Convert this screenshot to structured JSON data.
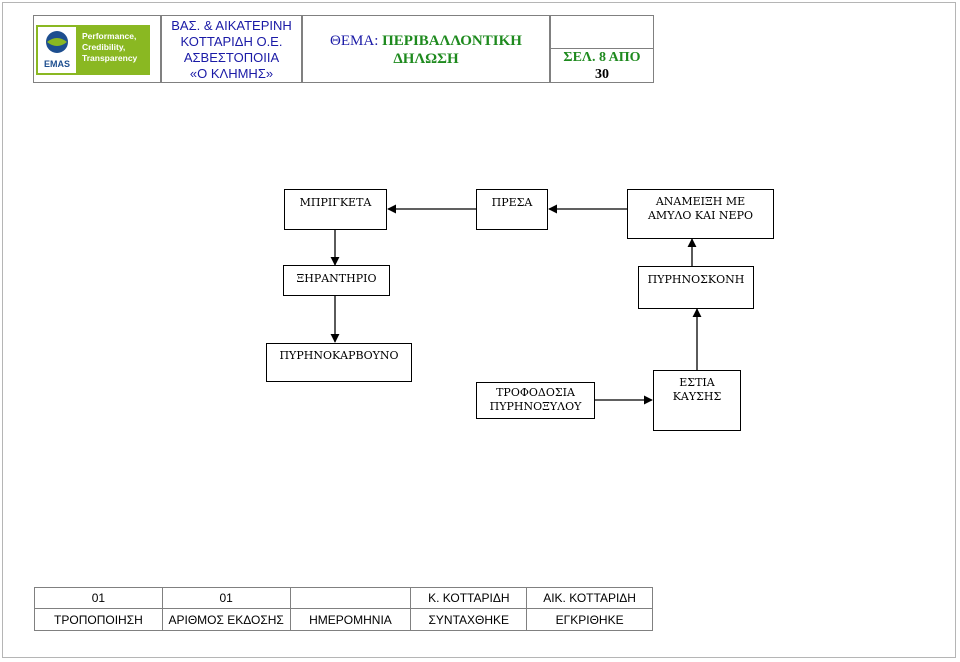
{
  "header": {
    "logo_text": {
      "line1": "Performance,",
      "line2": "Credibility,",
      "line3": "Transparency",
      "brand": "EMAS"
    },
    "company": [
      "ΒΑΣ. & ΑΙΚΑΤΕΡΙΝΗ",
      "ΚΟΤΤΑΡΙΔΗ Ο.Ε.",
      "ΑΣΒΕΣΤΟΠΟΙΙΑ",
      "«Ο ΚΛΗΜΗΣ»"
    ],
    "subject_prefix": "ΘΕΜΑ:",
    "subject_value_line1": "ΠΕΡΙΒΑΛΛΟΝΤΙΚΗ",
    "subject_value_line2": "ΔΗΛΩΣΗ",
    "page_line1": "ΣΕΛ. 8 ΑΠΟ",
    "page_line2": "30"
  },
  "colors": {
    "company_text": "#1a1aa6",
    "subject_value": "#1e8a1e",
    "logo_green": "#8ab822",
    "logo_blue": "#1d4e8f"
  },
  "flow": {
    "briquette": "ΜΠΡΙΓΚΕΤΑ",
    "press": "ΠΡΕΣΑ",
    "mixing": [
      "ΑΝΑΜΕΙΞΗ ΜΕ",
      "ΑΜΥΛΟ ΚΑΙ ΝΕΡΟ"
    ],
    "dryer": "ΞΗΡΑΝΤΗΡΙΟ",
    "kernel_dust": "ΠΥΡΗΝΟΣΚΟΝΗ",
    "kernel_coal": "ΠΥΡΗΝΟΚΑΡΒΟΥΝΟ",
    "feeding": [
      "ΤΡΟΦΟΔΟΣΙΑ",
      "ΠΥΡΗΝΟΞΥΛΟΥ"
    ],
    "furnace": [
      "ΕΣΤΙΑ",
      "ΚΑΥΣΗΣ"
    ]
  },
  "footer": {
    "values": [
      "01",
      "01",
      "",
      "Κ. ΚΟΤΤΑΡΙΔΗ",
      "ΑΙΚ. ΚΟΤΤΑΡΙΔΗ"
    ],
    "labels": [
      "ΤΡΟΠΟΠΟΙΗΣΗ",
      "ΑΡΙΘΜΟΣ ΕΚΔΟΣΗΣ",
      "ΗΜΕΡΟΜΗΝΙΑ",
      "ΣΥΝΤΑΧΘΗΚΕ",
      "ΕΓΚΡΙΘΗΚΕ"
    ]
  }
}
